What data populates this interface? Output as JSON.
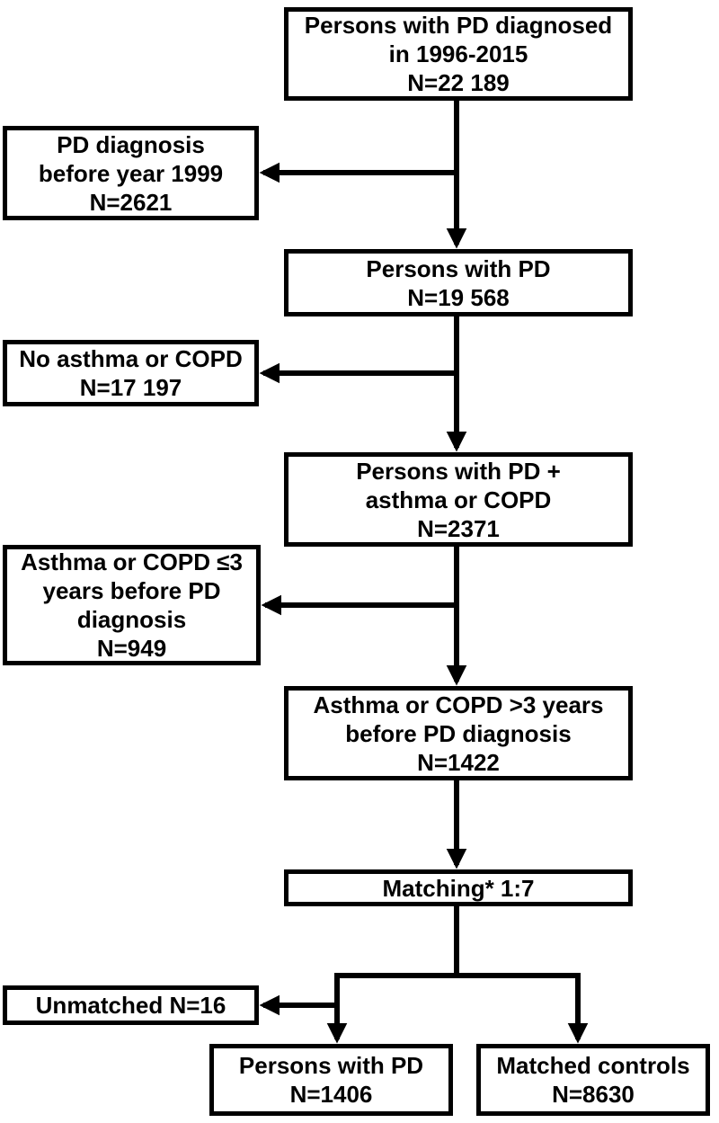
{
  "diagram": {
    "type": "flowchart",
    "colors": {
      "line": "#000000",
      "box_border": "#000000",
      "box_fill": "#ffffff",
      "text": "#000000"
    },
    "boxes": {
      "total": {
        "lines": [
          "Persons with PD diagnosed",
          "in 1996-2015",
          "N=22 189"
        ]
      },
      "excluded_before_1999": {
        "lines": [
          "PD diagnosis",
          "before year 1999",
          "N=2621"
        ]
      },
      "persons_with_pd": {
        "lines": [
          "Persons with PD",
          "N=19 568"
        ]
      },
      "no_asthma_copd": {
        "lines": [
          "No asthma or COPD",
          "N=17 197"
        ]
      },
      "pd_plus_asthma_copd": {
        "lines": [
          "Persons with PD +",
          "asthma or COPD",
          "N=2371"
        ]
      },
      "asthma_within_3y": {
        "lines": [
          "Asthma or COPD ≤3",
          "years before PD",
          "diagnosis",
          "N=949"
        ]
      },
      "asthma_over_3y": {
        "lines": [
          "Asthma or COPD >3 years",
          "before PD diagnosis",
          "N=1422"
        ]
      },
      "matching": {
        "lines": [
          "Matching* 1:7"
        ]
      },
      "unmatched": {
        "lines": [
          "Unmatched N=16"
        ]
      },
      "final_pd": {
        "lines": [
          "Persons with PD",
          "N=1406"
        ]
      },
      "matched_controls": {
        "lines": [
          "Matched controls",
          "N=8630"
        ]
      }
    },
    "edges": [
      {
        "from": "total",
        "to": "persons_with_pd"
      },
      {
        "from": "total",
        "to": "excluded_before_1999"
      },
      {
        "from": "persons_with_pd",
        "to": "pd_plus_asthma_copd"
      },
      {
        "from": "persons_with_pd",
        "to": "no_asthma_copd"
      },
      {
        "from": "pd_plus_asthma_copd",
        "to": "asthma_over_3y"
      },
      {
        "from": "pd_plus_asthma_copd",
        "to": "asthma_within_3y"
      },
      {
        "from": "asthma_over_3y",
        "to": "matching"
      },
      {
        "from": "matching",
        "to": "final_pd"
      },
      {
        "from": "matching",
        "to": "matched_controls"
      },
      {
        "from": "matching",
        "to": "unmatched"
      }
    ]
  }
}
